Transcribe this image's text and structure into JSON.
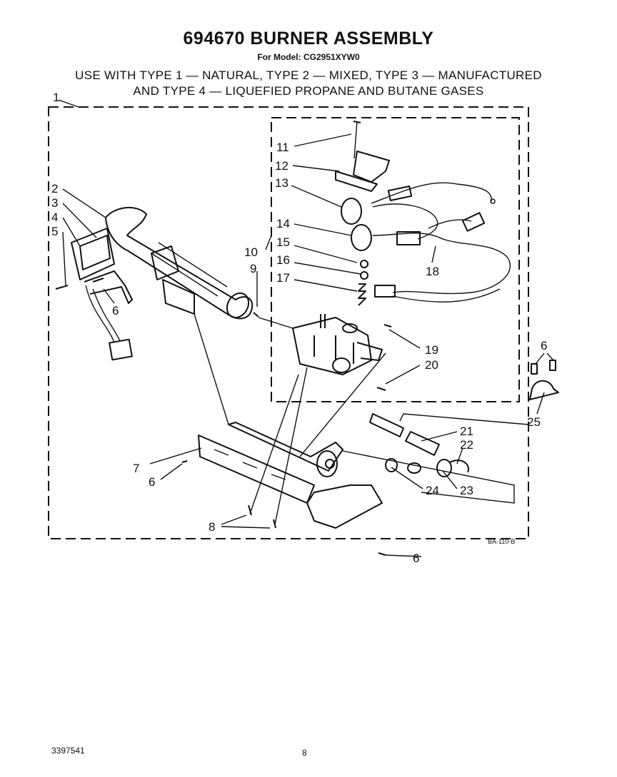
{
  "header": {
    "title": "694670 BURNER ASSEMBLY",
    "model": "For Model: CG2951XYW0",
    "usage_line1": "USE WITH TYPE 1 — NATURAL, TYPE 2 — MIXED, TYPE 3 — MANUFACTURED",
    "usage_line2": "AND TYPE 4 — LIQUEFIED PROPANE AND BUTANE GASES"
  },
  "diagram_code": "BA-110-B",
  "callouts": {
    "c1": "1",
    "c2": "2",
    "c3": "3",
    "c4": "4",
    "c5": "5",
    "c6a": "6",
    "c6b": "6",
    "c6c": "6",
    "c6d": "6",
    "c7": "7",
    "c8": "8",
    "c9": "9",
    "c10": "10",
    "c11": "11",
    "c12": "12",
    "c13": "13",
    "c14": "14",
    "c15": "15",
    "c16": "16",
    "c17": "17",
    "c18": "18",
    "c19": "19",
    "c20": "20",
    "c21": "21",
    "c22": "22",
    "c23": "23",
    "c24": "24",
    "c25": "25"
  },
  "footer": {
    "doc_number": "3397541",
    "page_number": "8"
  }
}
